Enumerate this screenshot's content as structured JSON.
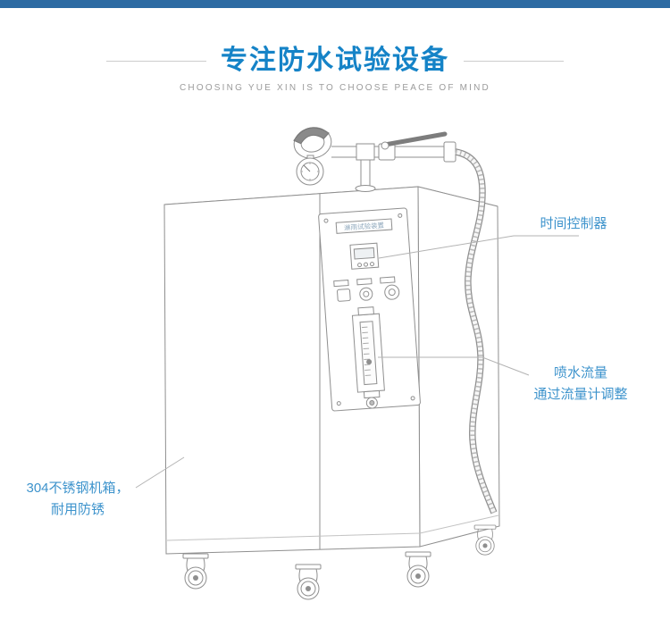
{
  "header": {
    "title": "专注防水试验设备",
    "subtitle": "CHOOSING YUE XIN IS TO CHOOSE PEACE OF MIND"
  },
  "callouts": {
    "timer": "时间控制器",
    "flow_line1": "喷水流量",
    "flow_line2": "通过流量计调整",
    "cabinet_line1": "304不锈钢机箱，",
    "cabinet_line2": "耐用防锈"
  },
  "machine": {
    "nameplate": "淋雨试验装置"
  },
  "colors": {
    "top_bar": "#2d6ba3",
    "title_blue": "#1583c7",
    "callout_blue": "#3d93cc",
    "drawing_gray": "#8f8f8f",
    "callout_line_gray": "#b3b3b3"
  }
}
